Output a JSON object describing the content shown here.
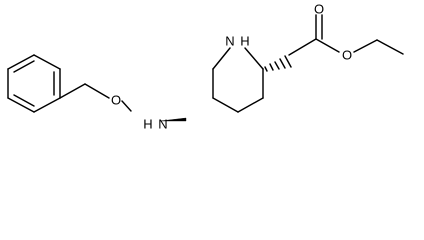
{
  "atoms": {
    "ring_nitrogen": "N",
    "ring_nitrogen_hydrogen": "H",
    "amino_nitrogen": "N",
    "amino_hydrogen": "H",
    "ether_oxygen": "O",
    "ester_oxygen": "O",
    "carbonyl_oxygen": "O"
  }
}
